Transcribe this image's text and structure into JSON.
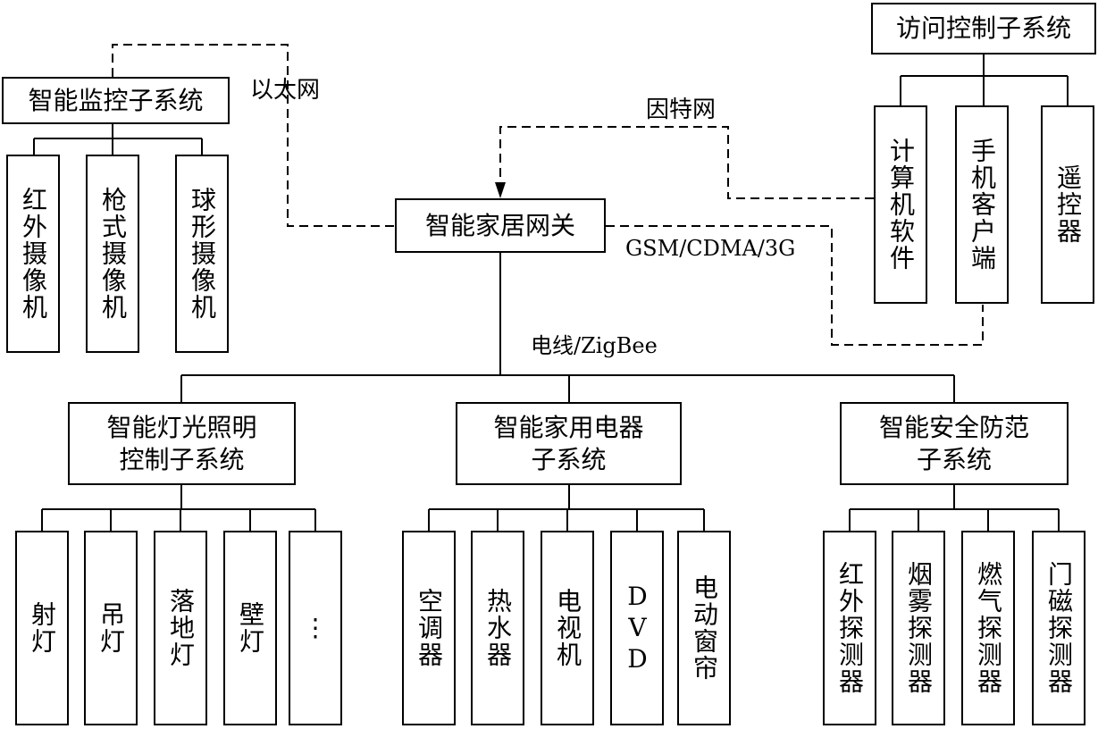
{
  "gateway": "智能家居网关",
  "monitor": {
    "title": "智能监控子系统",
    "items": [
      "红外摄像机",
      "枪式摄像机",
      "球形摄像机"
    ]
  },
  "access": {
    "title": "访问控制子系统",
    "items": [
      "计算机软件",
      "手机客户端",
      "遥控器"
    ]
  },
  "lighting": {
    "title_line1": "智能灯光照明",
    "title_line2": "控制子系统",
    "items": [
      "射灯",
      "吊灯",
      "落地灯",
      "壁灯",
      "⋮"
    ]
  },
  "appliance": {
    "title_line1": "智能家用电器",
    "title_line2": "子系统",
    "items": [
      "空调器",
      "热水器",
      "电视机",
      "DVD",
      "电动窗帘"
    ]
  },
  "security": {
    "title_line1": "智能安全防范",
    "title_line2": "子系统",
    "items": [
      "红外探测器",
      "烟雾探测器",
      "燃气探测器",
      "门磁探测器"
    ]
  },
  "links": {
    "ethernet": "以太网",
    "internet": "因特网",
    "mobile": "GSM/CDMA/3G",
    "powerline": "电线/ZigBee"
  }
}
